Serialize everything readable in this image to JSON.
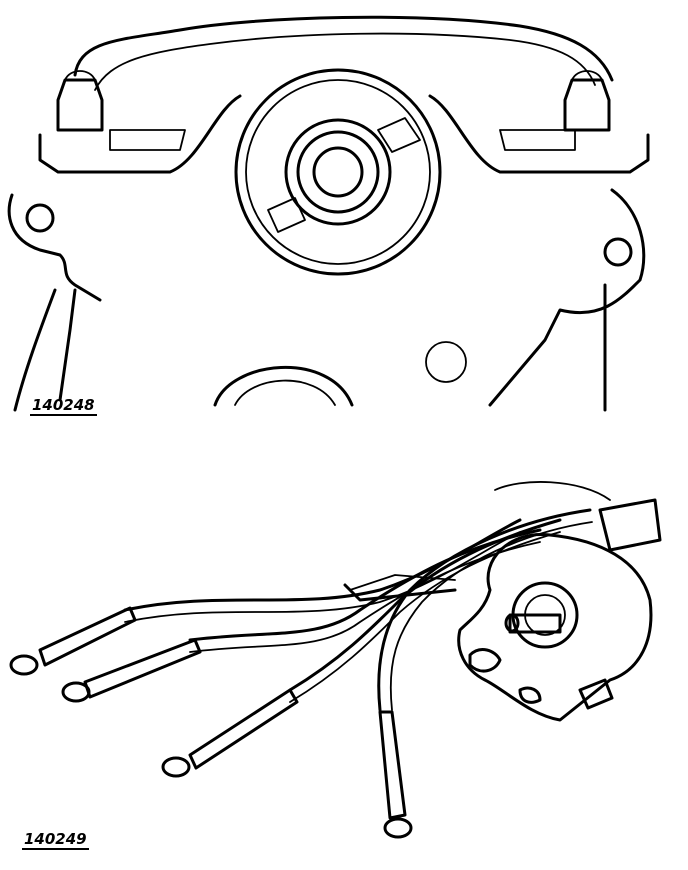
{
  "figures": [
    {
      "id": "fig-top",
      "label": "140248"
    },
    {
      "id": "fig-bottom",
      "label": "140249"
    }
  ]
}
